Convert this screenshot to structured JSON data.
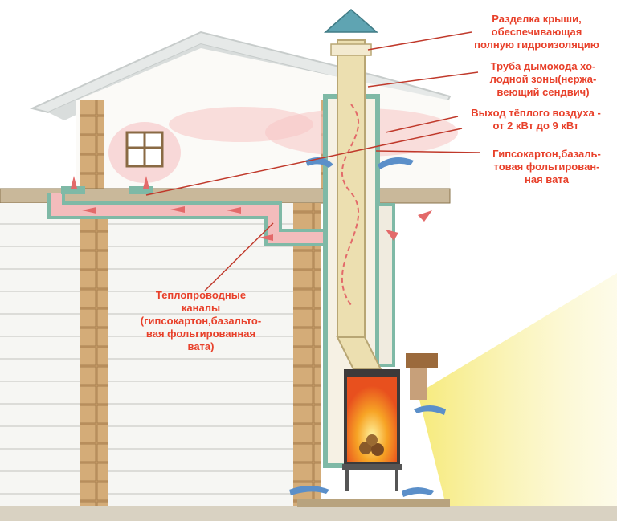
{
  "colors": {
    "label_text": "#e8402a",
    "leader_line": "#c0392b",
    "brick": "#c9a06a",
    "siding": "#f4f4f0",
    "roof": "#e9eceb",
    "chimney_pipe": "#eadcae",
    "insulation": "#7fb9a6",
    "warm_air": "#f7c4c4",
    "cold_air_arrow": "#5b8fc9",
    "fire": "#f07a1e",
    "light_beam": "#f7ec8a"
  },
  "labels": {
    "roof_cutout": "Разделка крыши,\nобеспечивающая\nполную гидроизоляцию",
    "cold_zone_pipe": "Труба дымохода хо-\nлодной зоны(нержа-\nвеющий сендвич)",
    "warm_air_outlet": "Выход тёплого воздуха -\nот 2 кВт до 9 кВт",
    "drywall_insulation": "Гипсокартон,базаль-\nтовая фольгирован-\nная вата",
    "heat_channels": "Теплопроводные\nканалы\n(гипсокартон,базальто-\nвая фольгированная\nвата)"
  }
}
